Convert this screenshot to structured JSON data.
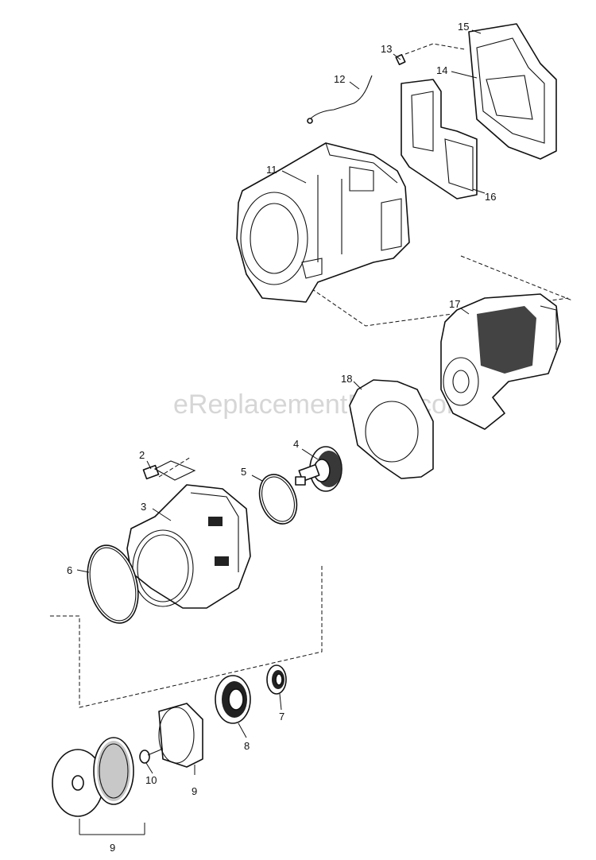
{
  "watermark": "eReplacementParts.com",
  "callouts": {
    "c2": "2",
    "c3": "3",
    "c4": "4",
    "c5": "5",
    "c6": "6",
    "c7": "7",
    "c8": "8",
    "c9a": "9",
    "c9b": "9",
    "c10": "10",
    "c11": "11",
    "c12": "12",
    "c13": "13",
    "c14": "14",
    "c15": "15",
    "c16": "16",
    "c17": "17",
    "c18": "18"
  }
}
